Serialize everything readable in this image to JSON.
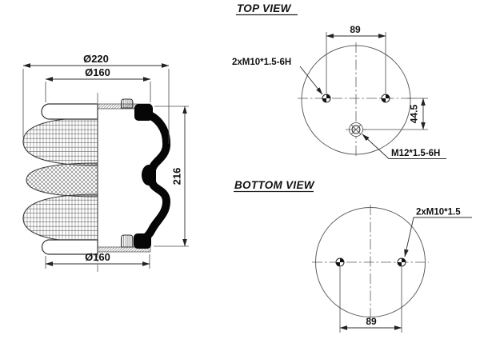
{
  "drawing": {
    "side_view": {
      "dim_outer_diameter": "Ø220",
      "dim_top_plate_diameter": "Ø160",
      "dim_height": "216",
      "dim_bottom_plate_diameter": "Ø160"
    },
    "top_view": {
      "title": "TOP VIEW",
      "dim_stud_spacing": "89",
      "dim_port_offset": "44.5",
      "stud_label": "2xM10*1.5-6H",
      "port_label": "M12*1.5-6H"
    },
    "bottom_view": {
      "title": "BOTTOM VIEW",
      "dim_stud_spacing": "89",
      "stud_label": "2xM10*1.5"
    },
    "line_color": "#1a1a1a",
    "background_color": "#ffffff"
  }
}
